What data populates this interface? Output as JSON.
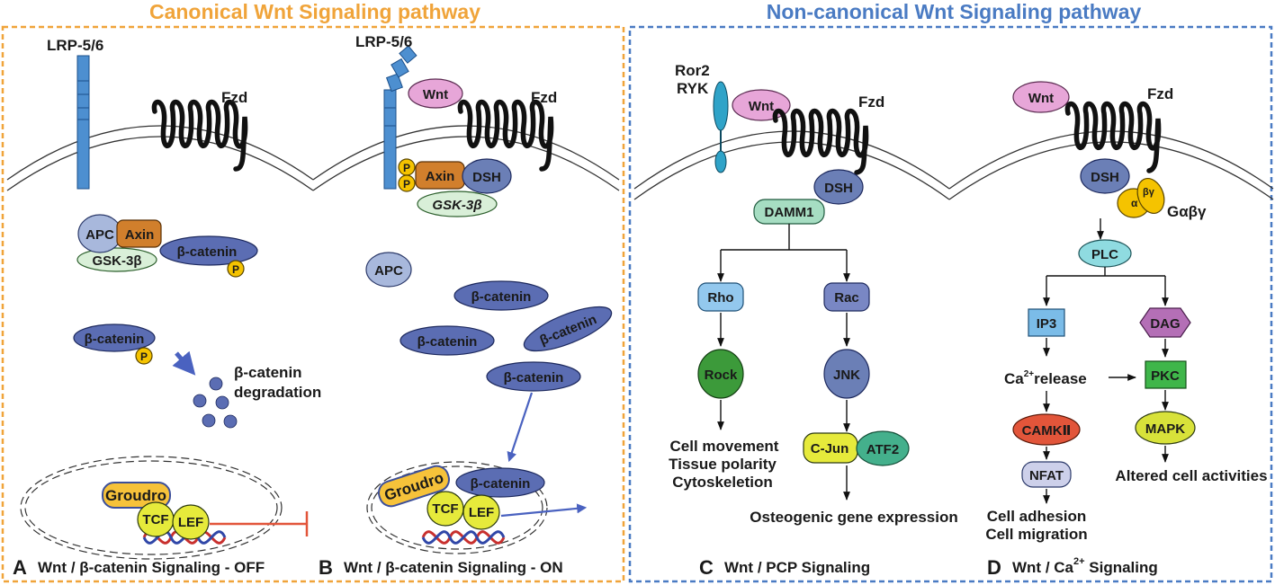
{
  "headers": {
    "canonical": "Canonical Wnt Signaling pathway",
    "noncanonical": "Non-canonical Wnt Signaling pathway"
  },
  "colors": {
    "orange_border": "#f0a43a",
    "blue_border": "#4a7bc3",
    "beta_catenin": "#5b6db3",
    "axin": "#d17f2c",
    "apc": "#a8b8dc",
    "gsk": "#d9efd8",
    "wnt": "#e7a6d8",
    "dsh": "#6b7fb6",
    "lrp": "#4d8fd0",
    "phosphate": "#f5c300",
    "groudro": "#f6c23a",
    "tcf_lef": "#e6ea3b",
    "red_inhibit": "#e2553a",
    "blue_arrow": "#4a62c0"
  },
  "panelA": {
    "letter": "A",
    "caption": "Wnt / β-catenin Signaling - OFF",
    "lrp": "LRP-5/6",
    "fzd": "Fzd",
    "apc": "APC",
    "axin": "Axin",
    "gsk": "GSK-3β",
    "bcat": "β-catenin",
    "p": "P",
    "bcat2": "β-catenin",
    "degradation_line1": "β-catenin",
    "degradation_line2": "degradation",
    "groudro": "Groudro",
    "tcf": "TCF",
    "lef": "LEF"
  },
  "panelB": {
    "letter": "B",
    "caption": "Wnt / β-catenin Signaling - ON",
    "lrp": "LRP-5/6",
    "wnt": "Wnt",
    "fzd": "Fzd",
    "p": "P",
    "axin": "Axin",
    "dsh": "DSH",
    "gsk": "GSK-3β",
    "apc": "APC",
    "bcat": "β-catenin",
    "groudro": "Groudro",
    "tcf": "TCF",
    "lef": "LEF"
  },
  "panelC": {
    "letter": "C",
    "caption": "Wnt / PCP Signaling",
    "ror2": "Ror2",
    "ryk": "RYK",
    "wnt": "Wnt",
    "fzd": "Fzd",
    "dsh": "DSH",
    "damm1": "DAMM1",
    "rho": "Rho",
    "rac": "Rac",
    "rock": "Rock",
    "jnk": "JNK",
    "cjun": "C-Jun",
    "atf2": "ATF2",
    "outcome_left": [
      "Cell movement",
      "Tissue polarity",
      "Cytoskeletion"
    ],
    "outcome_right": "Osteogenic gene expression"
  },
  "panelD": {
    "letter": "D",
    "caption": "Wnt / Ca",
    "caption_sup": "2+",
    "caption_end": " Signaling",
    "wnt": "Wnt",
    "fzd": "Fzd",
    "dsh": "DSH",
    "alpha": "α",
    "betagamma": "βγ",
    "gabg": "Gαβγ",
    "plc": "PLC",
    "ip3": "IP3",
    "dag": "DAG",
    "ca_pre": "Ca",
    "ca_sup": "2+",
    "ca_post": "release",
    "pkc": "PKC",
    "camk": "CAMKⅡ",
    "mapk": "MAPK",
    "nfat": "NFAT",
    "outcome_left": [
      "Cell adhesion",
      "Cell migration"
    ],
    "outcome_right": "Altered cell activities"
  }
}
